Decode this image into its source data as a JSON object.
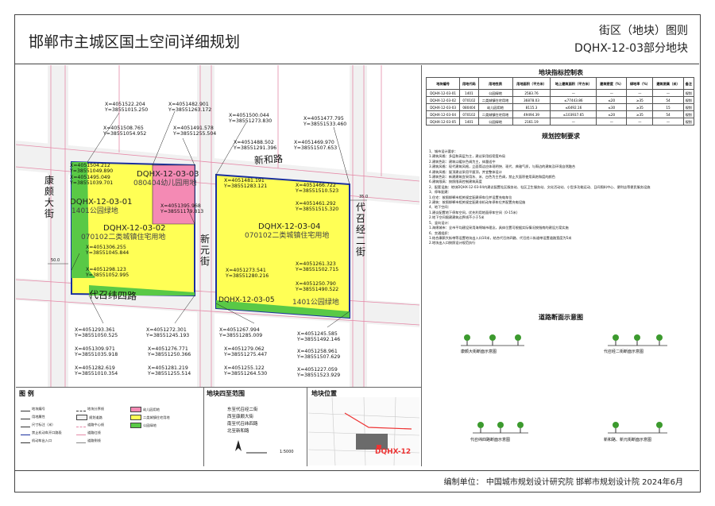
{
  "header": {
    "title": "邯郸市主城区国土空间详细规划",
    "subtitle": "街区（地块）图则",
    "code": "DQHX-12-03部分地块"
  },
  "map": {
    "road_labels": [
      {
        "name": "road-label-kangdai",
        "text": "康颇大街"
      },
      {
        "name": "road-label-xinhe",
        "text": "新和路"
      },
      {
        "name": "road-label-xinyuan",
        "text": "新元街"
      },
      {
        "name": "road-label-daizhaojing",
        "text": "代召经二街"
      },
      {
        "name": "road-label-daizhaowei",
        "text": "代召纬四路"
      }
    ],
    "widths": {
      "w50": "50.0",
      "w35": "35.0"
    },
    "parcels": {
      "p01": {
        "code": "DQHX-12-03-01",
        "use": "1401公园绿地"
      },
      "p02": {
        "code": "DQHX-12-03-02",
        "use": "070102二类城镇住宅用地"
      },
      "p03": {
        "code": "DQHX-12-03-03",
        "use": "080404幼儿园用地"
      },
      "p04": {
        "code": "DQHX-12-03-04",
        "use": "070102二类城镇住宅用地"
      },
      "p05": {
        "code": "DQHX-12-03-05",
        "use": "1401公园绿地"
      }
    },
    "coords": [
      "X=4051522.204",
      "Y=38551015.250",
      "X=4051482.901",
      "Y=38551263.172",
      "X=4051508.765",
      "Y=38551054.952",
      "X=4051491.578",
      "Y=38551255.504",
      "X=4051500.044",
      "Y=38551273.830",
      "X=4051477.795",
      "Y=38551533.460",
      "X=4051488.502",
      "Y=38551291.396",
      "X=4051469.970",
      "Y=38551507.653",
      "X=4051504.212",
      "Y=38551049.890",
      "X=4051495.049",
      "Y=38551039.701",
      "X=4051395.968",
      "Y=38551179.813",
      "X=4051481.191",
      "Y=38551283.121",
      "X=4051466.722",
      "Y=38551510.523",
      "X=4051461.292",
      "Y=38551515.320",
      "X=4051306.255",
      "Y=38551045.844",
      "X=4051298.123",
      "Y=38551052.995",
      "X=4051273.541",
      "Y=38551280.216",
      "X=4051261.323",
      "Y=38551502.715",
      "X=4051250.790",
      "Y=38551490.522",
      "X=4051293.361",
      "Y=38551050.525",
      "X=4051272.301",
      "Y=38551245.193",
      "X=4051267.994",
      "Y=38551285.009",
      "X=4051245.585",
      "Y=38551492.146",
      "X=4051309.971",
      "Y=38551035.918",
      "X=4051276.771",
      "Y=38551250.366",
      "X=4051279.062",
      "Y=38551275.447",
      "X=4051258.961",
      "Y=38551507.629",
      "X=4051282.619",
      "Y=38551010.354",
      "X=4051281.219",
      "Y=38551255.514",
      "X=4051255.122",
      "Y=38551264.530",
      "X=4051227.059",
      "Y=38551523.929"
    ]
  },
  "indicator": {
    "title": "地块指标控制表",
    "headers": [
      "地块编号",
      "用地代码",
      "用地性质",
      "用地面积（平方米）",
      "地上建筑面积（平方米）",
      "建筑密度（%）",
      "绿地率（%）",
      "建筑限高（米）",
      "备注"
    ],
    "rows": [
      [
        "DQHX-12-03-01",
        "1401",
        "公园绿地",
        "2583.76",
        "—",
        "—",
        "—",
        "—",
        "规划"
      ],
      [
        "DQHX-12-03-02",
        "070102",
        "二类城镇住宅用地",
        "36878.03",
        "≤77443.86",
        "≤20",
        "≥35",
        "54",
        "规划"
      ],
      [
        "DQHX-12-03-03",
        "080404",
        "幼儿园用地",
        "8115.3",
        "≤6492.16",
        "≤30",
        "≥35",
        "15",
        "规划"
      ],
      [
        "DQHX-12-03-04",
        "070102",
        "二类城镇住宅用地",
        "49494.39",
        "≤103937.65",
        "≤20",
        "≥35",
        "54",
        "规划"
      ],
      [
        "DQHX-12-03-05",
        "1401",
        "公园绿地",
        "2161.19",
        "—",
        "—",
        "—",
        "—",
        "规划"
      ]
    ]
  },
  "requirements": {
    "title": "规划控制要求",
    "lines": [
      "1、城市设计要求：",
      "1.建筑风格：多层和高层为主，建议采用低密度布局",
      "2.建筑色彩：建筑以暖灰色调为主，体量适中",
      "3.建筑风格：现代建筑风格，立面简洁应体现明快、现代、典雅气质，与周边的建筑及环境自然融合",
      "4.建筑风格：屋顶建议采用平屋顶，并宜整体设计",
      "5.建筑色彩：新建建筑宜采用灰、米、白色为主色调，禁止大面积使用高饱和度的颜色",
      "6.建筑限高：按照限高控制建筑高度",
      "2、配套设施：地块DQHX-12-03-04内建议配置社区服务站、社区卫生服务站、文化活动站、小型多功能运动、日间照料中心、便利店等便民服务设施",
      "3、停车配建：",
      "1.住宅：按照邯郸市相关规定配建停车位并设置充电车位",
      "2.建筑：按照邯郸市相关规定配建非机动车停车位并配置充电设施",
      "4、地下空间：",
      "1.建议配置地下停车空间，优先利用地面停车空间（0-15米）",
      "2.地下空间限建建筑边界线不小于5米",
      "5、竖向设计：",
      "1.海绵城市：全市平均建设采用海绵城市理念，具体位置可根据实际情况按指南的建设方案实施",
      "6、交通组织：",
      "1.结合康颇大街带等设置地块出入口10米，结合代召纬四路、代召经二街道带设置道路宽度为5米",
      "2.地块出入口按照设计规范执行"
    ]
  },
  "roads": {
    "title": "道路断面示意图",
    "labels": [
      "康颇大街断面示意图",
      "代召经二街断面示意图",
      "代召纬四路断面示意图",
      "新和路、新元街断面示意图"
    ]
  },
  "legend": {
    "title": "图 例",
    "items": [
      "地块编号",
      "用地属性",
      "尺寸标注（米）",
      "禁止机动车开口路段",
      "机动车出入口",
      "地块分界线",
      "规划道路",
      "道路中心线",
      "道路红线",
      "道路侧线",
      "幼儿园用地",
      "二类城镇住宅用地",
      "公园绿地"
    ],
    "colors": {
      "residential": "#ffff55",
      "kindergarten": "#f48ab4",
      "green": "#59c946",
      "boundary": "#1a2f9e"
    }
  },
  "surrounding": {
    "title": "地块四至范围",
    "lines": [
      "东至代召经二街",
      "西至康颇大街",
      "南至代召纬四路",
      "北至新和路"
    ],
    "scale": "1:5000"
  },
  "location": {
    "title": "地块位置",
    "tag": "DQHX-12"
  },
  "footer": {
    "text": "编制单位：   中国城市规划设计研究院   邯郸市规划设计院          2024年6月"
  }
}
